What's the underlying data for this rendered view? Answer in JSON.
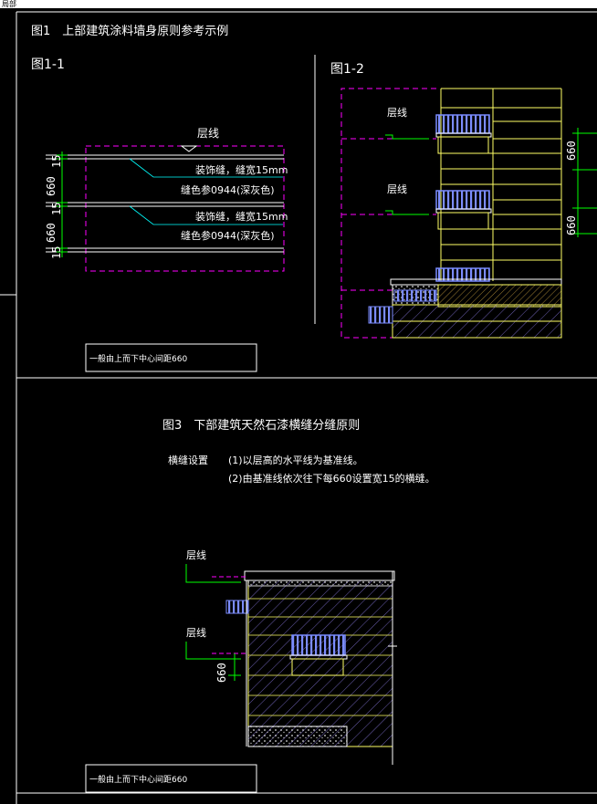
{
  "window_title": "局部",
  "title_main": "图1　上部建筑涂料墙身原则参考示例",
  "fig1_1": {
    "label": "图1-1",
    "floor_line": "层线",
    "dim_660": "660",
    "dim_15": "15",
    "note1": "装饰缝，缝宽15mm",
    "note2": "缝色参0944(深灰色)",
    "note3": "装饰缝，缝宽15mm",
    "note4": "缝色参0944(深灰色)",
    "note_box": "一般由上而下中心间距660"
  },
  "fig1_2": {
    "label": "图1-2",
    "floor_line_1": "层线",
    "floor_line_2": "层线",
    "dim_660": "660"
  },
  "fig3": {
    "title": "图3　下部建筑天然石漆横缝分缝原则",
    "rule_label": "横缝设置",
    "rule_1": "(1)以层高的水平线为基准线。",
    "rule_2": "(2)由基准线依次往下每660设置宽15的横缝。",
    "floor_line_1": "层线",
    "floor_line_2": "层线",
    "dim_660": "660",
    "note_box": "一般由上而下中心间距660"
  },
  "colors": {
    "background": "#000000",
    "frame": "#ffffff",
    "dashed_boundary": "#ff00ff",
    "dimension": "#00ff00",
    "facade": "#ffff66",
    "railing": "#7b8cff",
    "hatch": "#b0a0ff",
    "leader": "#00ffff"
  }
}
